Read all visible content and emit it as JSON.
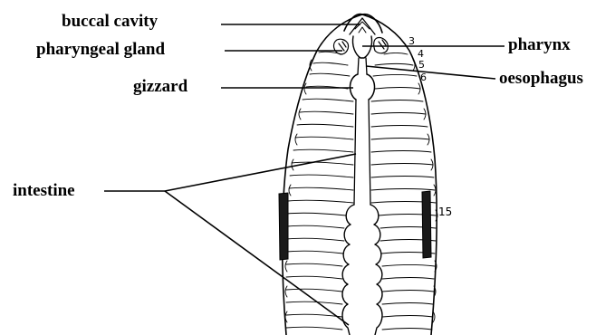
{
  "labels": {
    "buccal_cavity": "buccal cavity",
    "pharyngeal_gland": "pharyngeal gland",
    "gizzard": "gizzard",
    "intestine": "intestine",
    "pharynx": "pharynx",
    "oesophagus": "oesophagus"
  },
  "segment_numbers": {
    "s3": "3",
    "s4": "4",
    "s5": "5",
    "s6": "6",
    "s15": "15"
  },
  "colors": {
    "ink": "#000000",
    "background": "#ffffff"
  }
}
